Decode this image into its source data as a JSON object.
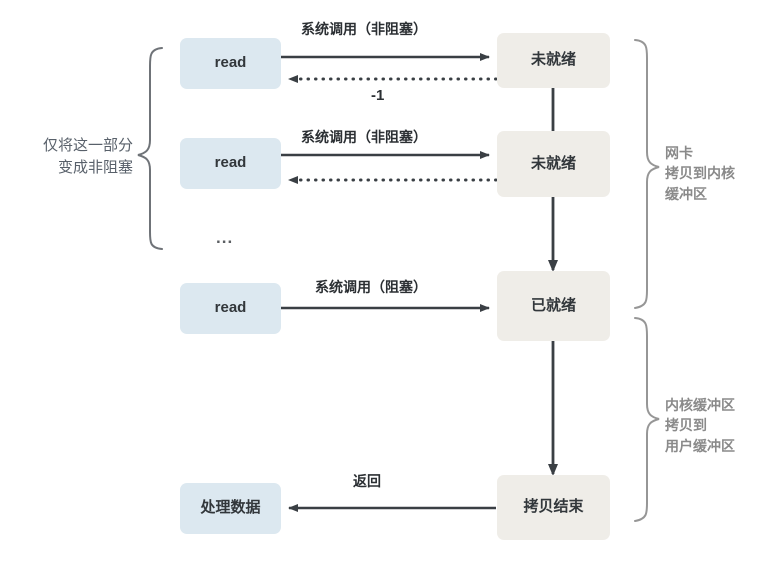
{
  "diagram": {
    "title_text": "",
    "colors": {
      "node_blue": "#dce8f0",
      "node_beige": "#efede8",
      "edge_stroke": "#3a3f44",
      "bracket_stroke": "#8f8f8f",
      "bracket_text": "#8a8a8a",
      "side_text": "#58606a",
      "background": "#ffffff"
    },
    "left_bracket": {
      "label": "仅将这一部分\n变成非阻塞"
    },
    "right_brackets": [
      {
        "label": "网卡\n拷贝到内核\n缓冲区"
      },
      {
        "label": "内核缓冲区\n拷贝到\n用户缓冲区"
      }
    ],
    "nodes": [
      {
        "id": "read-1",
        "label": "read",
        "style": "blue"
      },
      {
        "id": "read-2",
        "label": "read",
        "style": "blue"
      },
      {
        "id": "read-3",
        "label": "read",
        "style": "blue"
      },
      {
        "id": "process",
        "label": "处理数据",
        "style": "blue"
      },
      {
        "id": "notready-1",
        "label": "未就绪",
        "style": "beige"
      },
      {
        "id": "notready-2",
        "label": "未就绪",
        "style": "beige"
      },
      {
        "id": "ready",
        "label": "已就绪",
        "style": "beige"
      },
      {
        "id": "copydone",
        "label": "拷贝结束",
        "style": "beige"
      }
    ],
    "ellipsis": "...",
    "edges": [
      {
        "id": "call-1",
        "label": "系统调用（非阻塞）",
        "kind": "solid-arrow"
      },
      {
        "id": "return-1",
        "label": "-1",
        "kind": "dotted-arrow"
      },
      {
        "id": "call-2",
        "label": "系统调用（非阻塞）",
        "kind": "solid-arrow"
      },
      {
        "id": "return-2",
        "label": "",
        "kind": "dotted-arrow"
      },
      {
        "id": "call-3",
        "label": "系统调用（阻塞）",
        "kind": "solid-arrow"
      },
      {
        "id": "return-3",
        "label": "返回",
        "kind": "solid-arrow"
      },
      {
        "id": "chain-1-2",
        "label": "",
        "kind": "plain-line"
      },
      {
        "id": "chain-2-3",
        "label": "",
        "kind": "solid-arrow-down"
      },
      {
        "id": "chain-3-4",
        "label": "",
        "kind": "solid-arrow-down"
      }
    ]
  }
}
